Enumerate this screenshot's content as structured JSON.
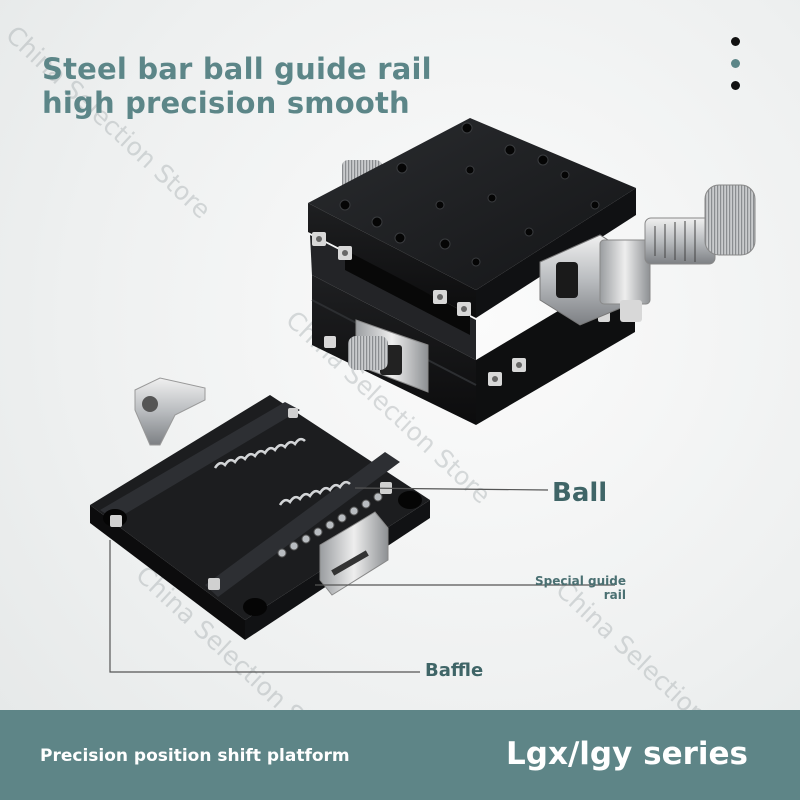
{
  "headline": {
    "line1": "Steel bar ball guide rail",
    "line2": "high precision smooth"
  },
  "callouts": {
    "ball": "Ball",
    "special_guide_rail": "Special guide rail",
    "baffle": "Baffle"
  },
  "watermark": "China Selection Store",
  "bottom_bar": {
    "left_text": "Precision position shift platform",
    "right_text": "Lgx/lgy series"
  },
  "colors": {
    "accent": "#5c8688",
    "bar": "#5e8587",
    "text_on_bar": "#ffffff",
    "stage_metal": "#1c1d1f"
  }
}
